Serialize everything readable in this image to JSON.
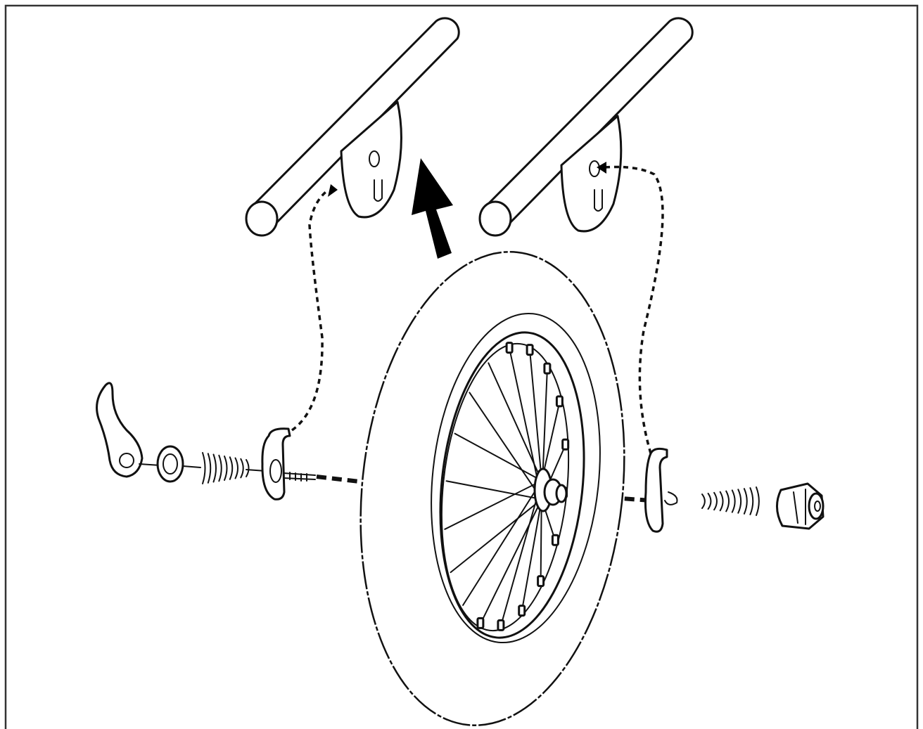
{
  "figure": {
    "frame_color": "#333333",
    "line_color": "#111111",
    "background": "#ffffff",
    "parts": [
      "left-frame-tube",
      "right-frame-tube",
      "removal-arrow",
      "wheel",
      "quick-release-lever",
      "left-spacer",
      "left-spring",
      "left-dropout-clip",
      "right-dropout-clip",
      "right-spring",
      "axle-nut"
    ]
  }
}
